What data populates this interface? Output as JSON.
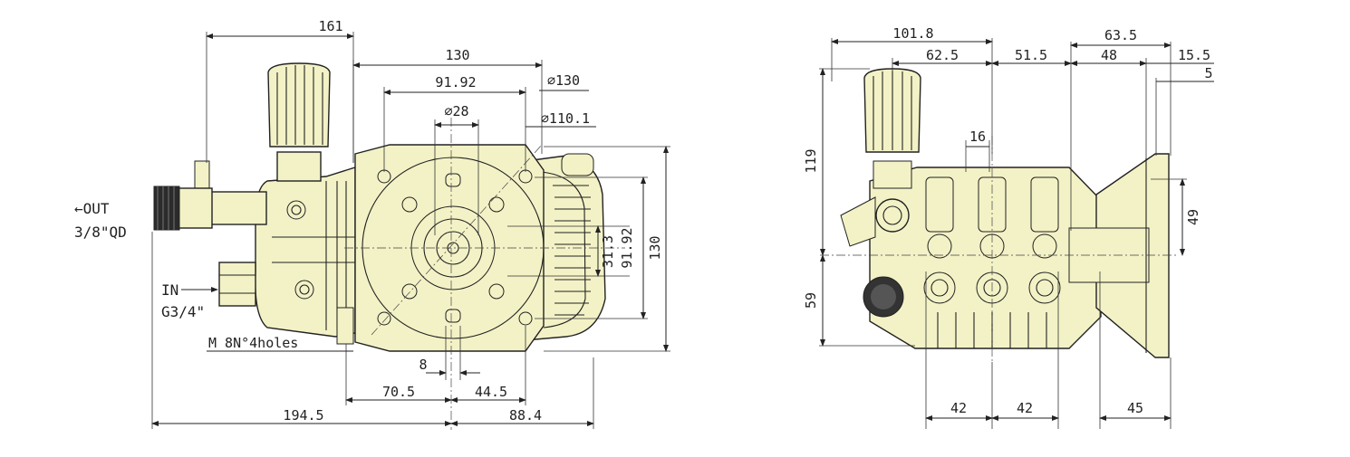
{
  "colors": {
    "part_fill": "#f3f2c6",
    "line": "#222222",
    "background": "#ffffff"
  },
  "front_view": {
    "dims": {
      "d161": "161",
      "d130_top": "130",
      "d9192_h": "91.92",
      "dia130": "∅130",
      "dia28": "∅28",
      "dia1101": "∅110.1",
      "d313": "31.3",
      "d9192_v": "91.92",
      "d130_v": "130",
      "d8": "8",
      "d705": "70.5",
      "d445": "44.5",
      "d1945": "194.5",
      "d884": "88.4"
    },
    "labels": {
      "out_arrow": "←OUT",
      "out_spec": "3/8\"QD",
      "in_label": "IN",
      "in_spec": "G3/4\"",
      "holes": "M 8N°4holes"
    }
  },
  "side_view": {
    "dims": {
      "d1018": "101.8",
      "d635": "63.5",
      "d625": "62.5",
      "d515": "51.5",
      "d48": "48",
      "d155": "15.5",
      "d5": "5",
      "d119": "119",
      "d16": "16",
      "d59": "59",
      "d49": "49",
      "d42a": "42",
      "d42b": "42",
      "d45": "45"
    }
  }
}
